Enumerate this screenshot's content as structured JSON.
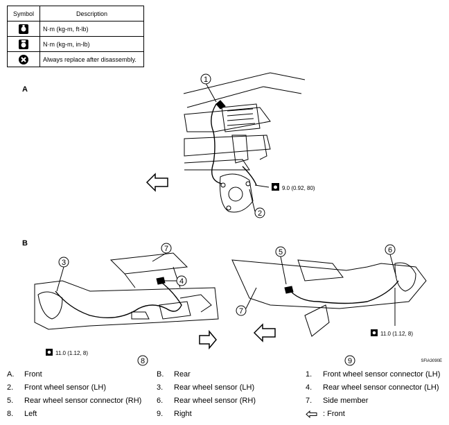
{
  "legend": {
    "header_symbol": "Symbol",
    "header_description": "Description",
    "rows": [
      {
        "icon": "torque-wrench-icon",
        "text": "N·m (kg-m, ft-lb)"
      },
      {
        "icon": "torque-wrench-small-icon",
        "text": "N·m (kg-m, in-lb)"
      },
      {
        "icon": "always-replace-icon",
        "text": "Always replace after disassembly."
      }
    ]
  },
  "view_a": {
    "label": "A",
    "torque": "9.0 (0.92, 80)",
    "callouts": [
      "1",
      "2"
    ]
  },
  "view_b": {
    "label": "B",
    "torque_left": "11.0 (1.12, 8)",
    "torque_right": "11.0 (1.12, 8)",
    "callouts": [
      "3",
      "4",
      "7",
      "5",
      "6",
      "7"
    ],
    "bottom_left": "8",
    "bottom_right": "9"
  },
  "figure_code": "SFIA3090E",
  "captions": [
    {
      "num": "A.",
      "text": "Front"
    },
    {
      "num": "B.",
      "text": "Rear"
    },
    {
      "num": "1.",
      "text": "Front wheel sensor connector (LH)"
    },
    {
      "num": "2.",
      "text": "Front wheel sensor (LH)"
    },
    {
      "num": "3.",
      "text": "Rear wheel sensor (LH)"
    },
    {
      "num": "4.",
      "text": "Rear wheel sensor connector (LH)"
    },
    {
      "num": "5.",
      "text": "Rear wheel sensor connector (RH)"
    },
    {
      "num": "6.",
      "text": "Rear wheel sensor (RH)"
    },
    {
      "num": "7.",
      "text": "Side member"
    },
    {
      "num": "8.",
      "text": "Left"
    },
    {
      "num": "9.",
      "text": "Right"
    },
    {
      "num": "",
      "text": ": Front",
      "icon": "front-arrow-icon"
    }
  ]
}
